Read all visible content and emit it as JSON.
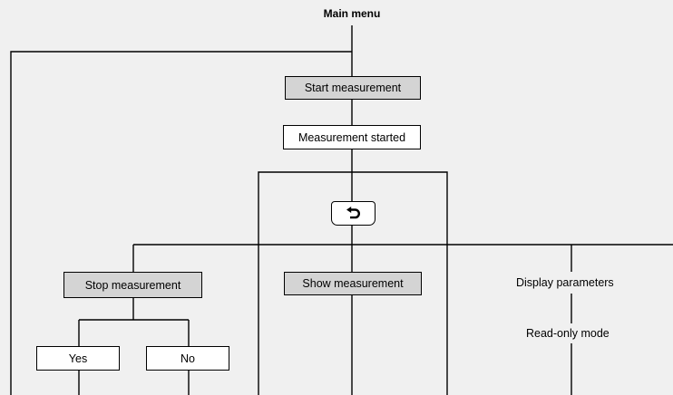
{
  "diagram": {
    "title": "Main menu",
    "nodes": {
      "start_measurement": "Start measurement",
      "measurement_started": "Measurement started",
      "stop_measurement": "Stop measurement",
      "show_measurement": "Show measurement",
      "yes": "Yes",
      "no": "No",
      "display_parameters": "Display parameters",
      "read_only_mode": "Read-only mode"
    },
    "icons": {
      "back_key": "back-arrow-icon"
    },
    "colors": {
      "background": "#f0f0f0",
      "menu_box": "#d4d4d4",
      "state_box": "#ffffff",
      "line": "#000000"
    }
  }
}
